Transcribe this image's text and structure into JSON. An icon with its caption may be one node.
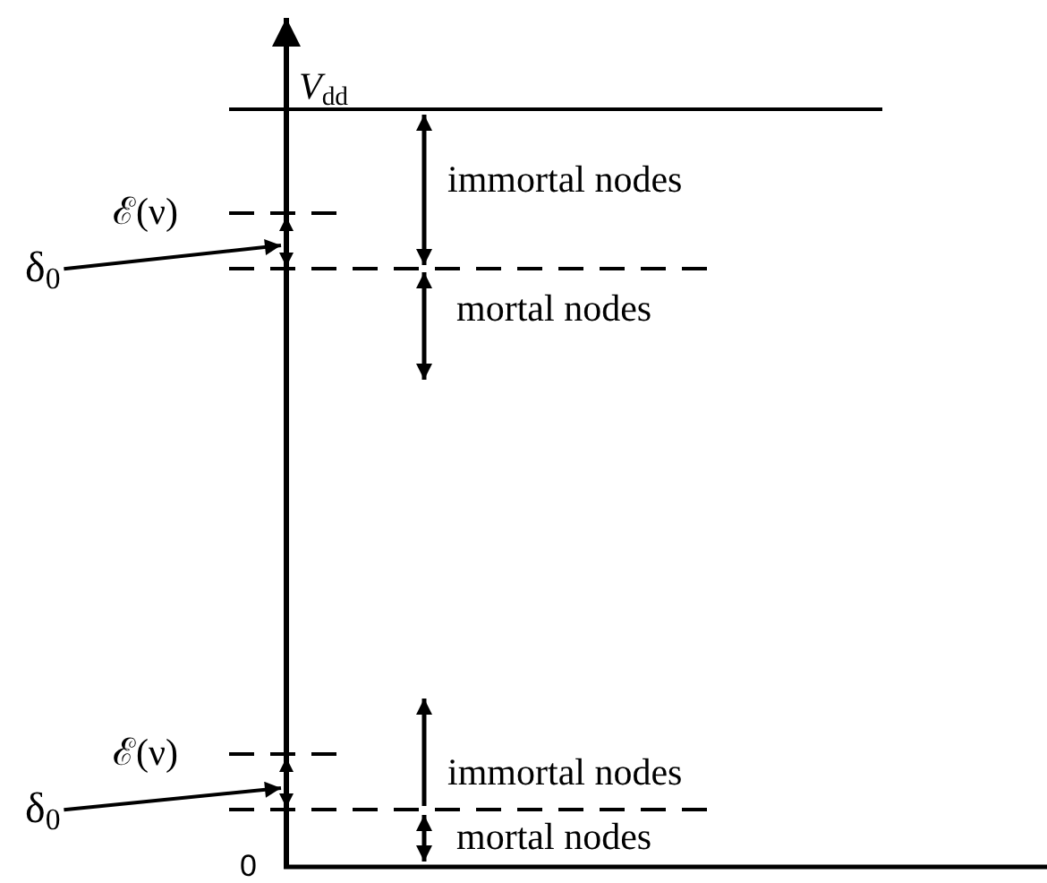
{
  "diagram": {
    "nodes": [
      {
        "text": [
          "δ$_{0}$"
        ]
      },
      {
        "text": [
          "δ$_{0}$"
        ]
      }
    ],
    "edges": [
      {
        "from": 0,
        "to": null,
        "arrow": "to"
      },
      {
        "from": 1,
        "to": null,
        "arrow": "to"
      }
    ],
    "labels": [
      "*V*$_{dd}$",
      "ℰ(ν)",
      "immortal nodes",
      "mortal nodes",
      "ℰ(ν)",
      "immortal nodes",
      "mortal nodes",
      "0"
    ]
  }
}
